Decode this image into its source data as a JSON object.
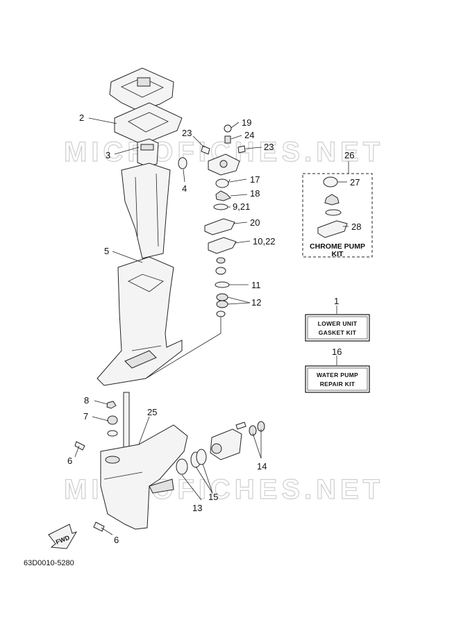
{
  "watermark": "MICROFICHES.NET",
  "diagram_code": "63D0010-5280",
  "fwd_label": "FWD",
  "callouts": {
    "c1": "1",
    "c2": "2",
    "c3": "3",
    "c4": "4",
    "c5": "5",
    "c6a": "6",
    "c6b": "6",
    "c7": "7",
    "c8": "8",
    "c921": "9,21",
    "c1022": "10,22",
    "c11": "11",
    "c12": "12",
    "c13": "13",
    "c14": "14",
    "c15": "15",
    "c16": "16",
    "c17": "17",
    "c18": "18",
    "c19": "19",
    "c20": "20",
    "c23a": "23",
    "c23b": "23",
    "c24": "24",
    "c25": "25",
    "c26": "26",
    "c27": "27",
    "c28": "28"
  },
  "kits": {
    "chrome_pump": {
      "line1": "CHROME PUMP",
      "line2": "KIT"
    },
    "lower_unit_gasket": {
      "line1": "LOWER UNIT",
      "line2": "GASKET KIT"
    },
    "water_pump_repair": {
      "line1": "WATER PUMP",
      "line2": "REPAIR KIT"
    }
  }
}
